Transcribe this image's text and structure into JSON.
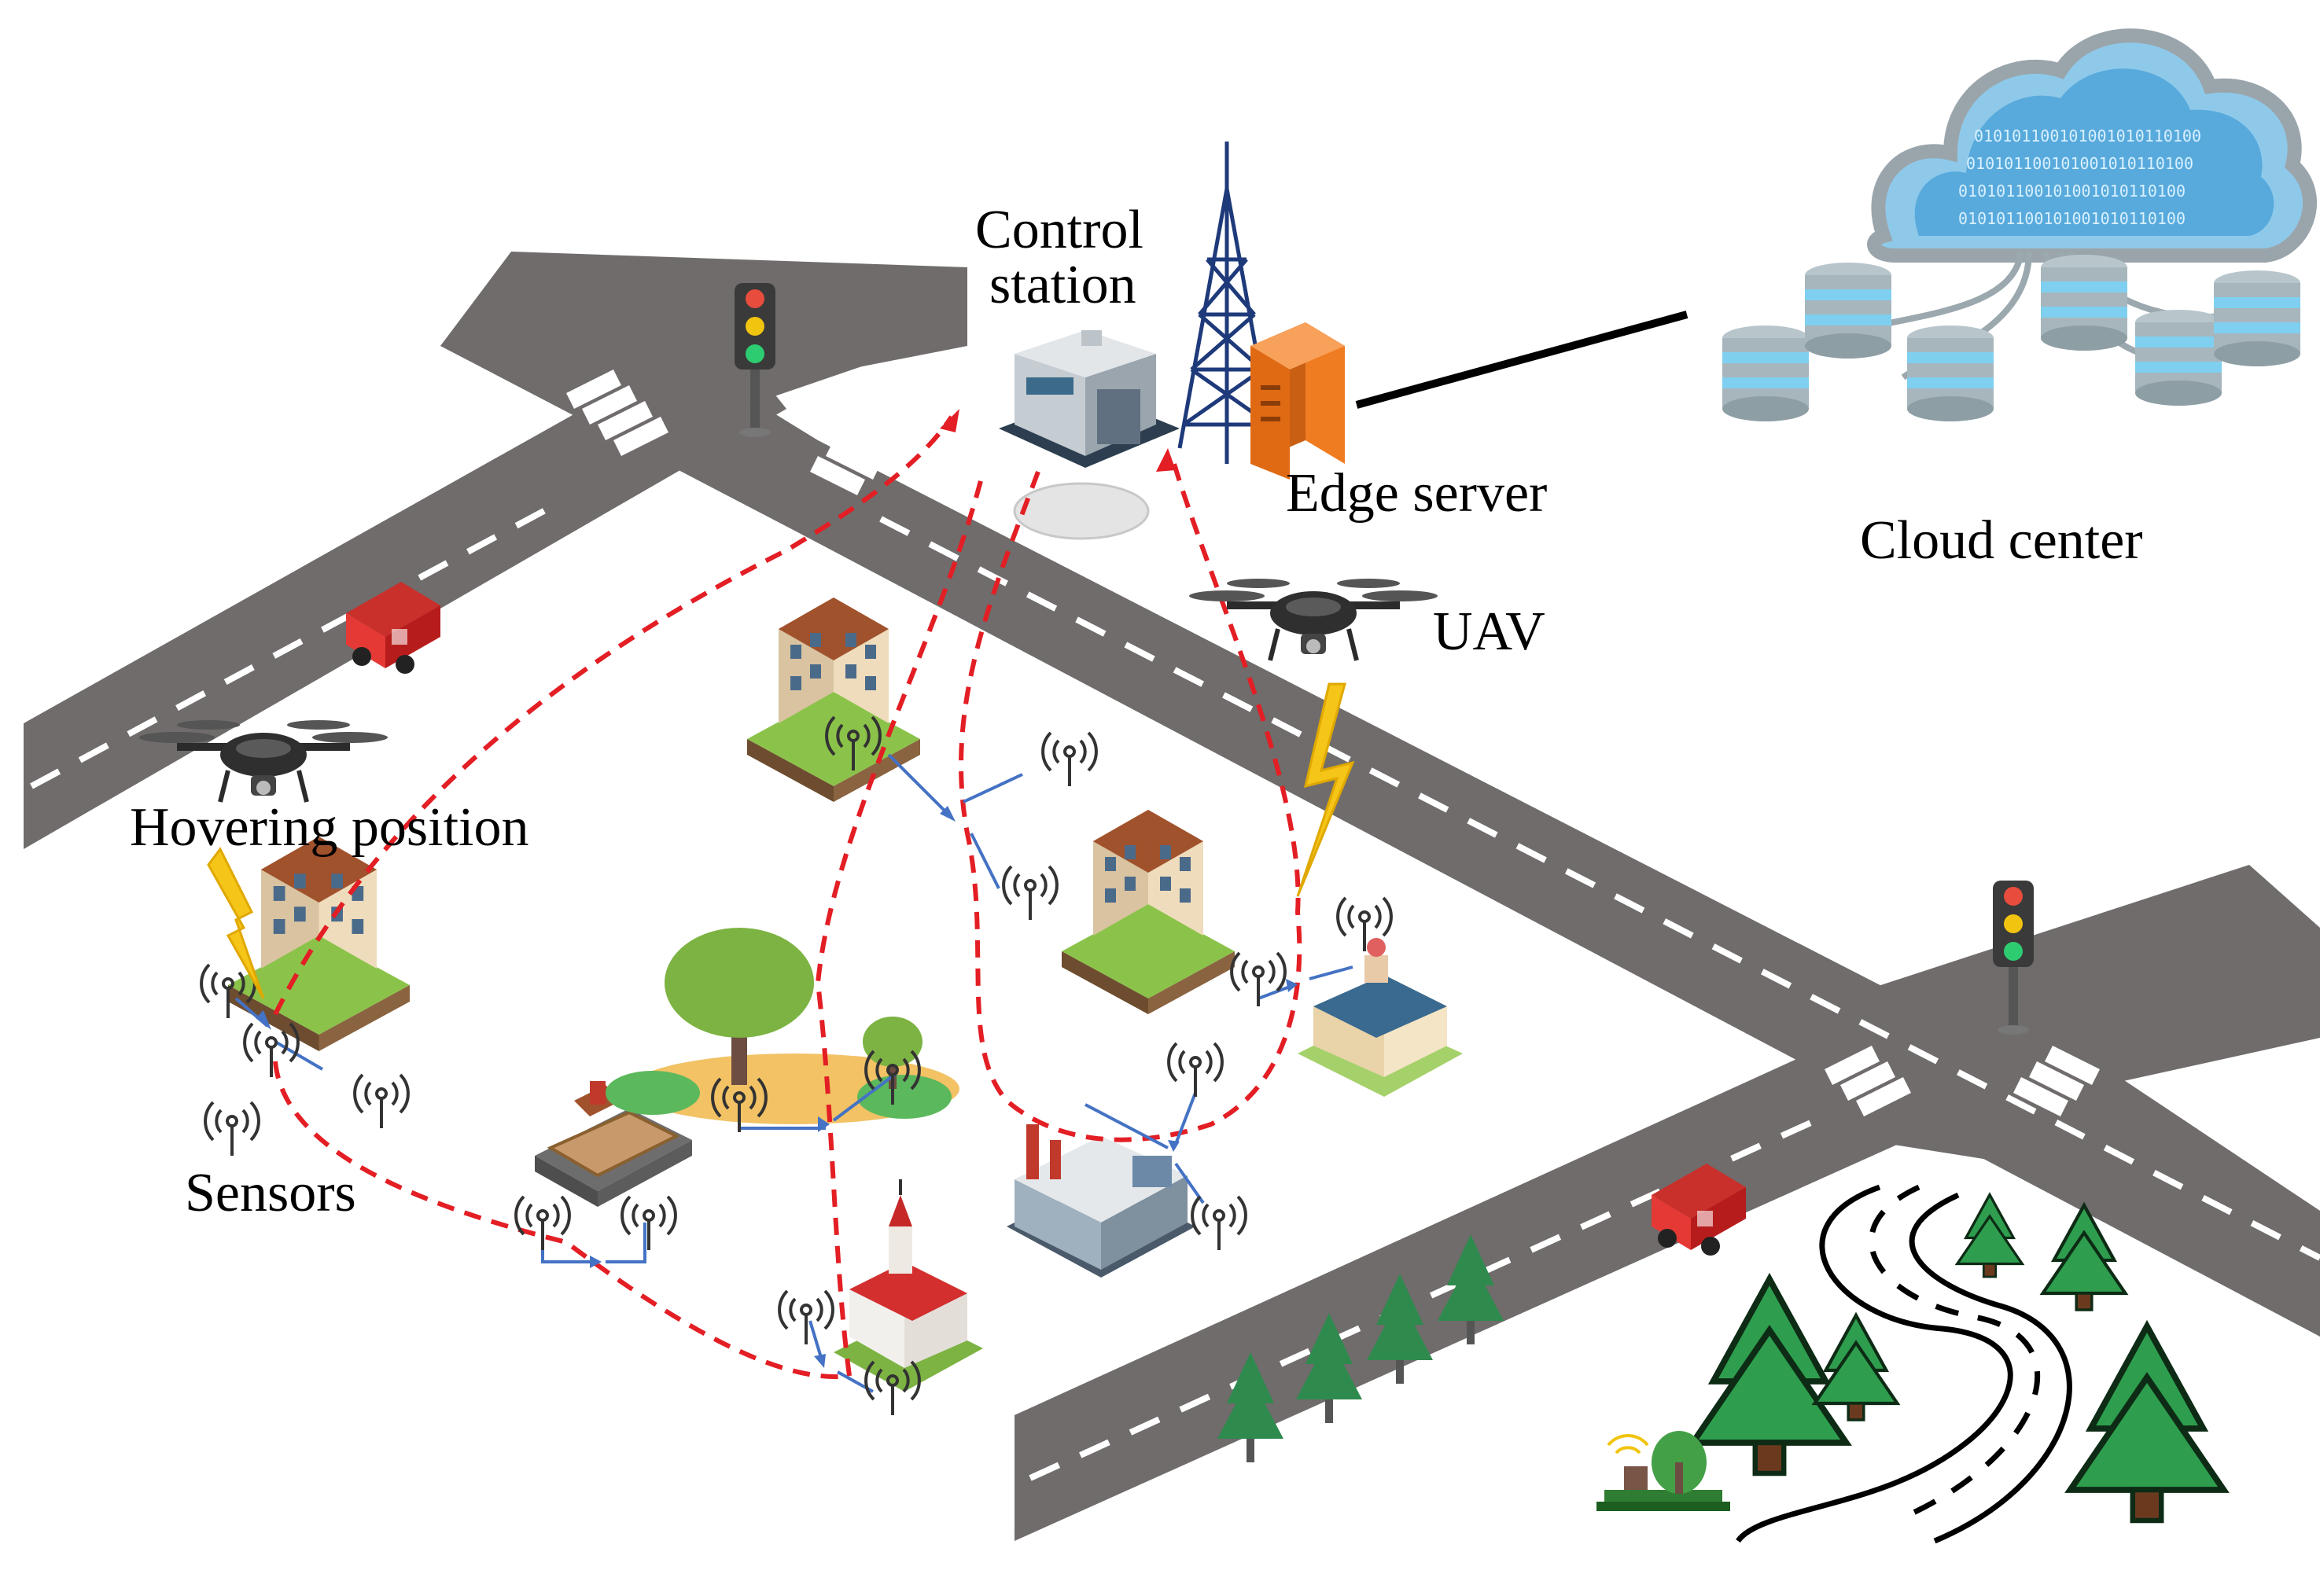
{
  "labels": {
    "control_station": [
      "Control",
      "station"
    ],
    "edge_server": "Edge server",
    "cloud_center": "Cloud center",
    "uav": "UAV",
    "hovering_position": "Hovering position",
    "sensors": "Sensors",
    "cloud_binary": "010101100101001010110100"
  },
  "colors": {
    "road": "#6f6c6b",
    "road_marking": "#ffffff",
    "flight_path": "#e31e24",
    "sensor_link": "#4472c4",
    "lightning": "#f5c518",
    "tree_green": "#2e9e4e",
    "building_wall": "#e8d4b0",
    "cloud_blue": "#4aa3d8",
    "server_orange": "#f07c22"
  },
  "icons": [
    "control-station-icon",
    "antenna-tower-icon",
    "edge-server-icon",
    "cloud-icon",
    "database-icon",
    "drone-icon",
    "traffic-light-icon",
    "fire-truck-icon",
    "building-icon",
    "church-icon",
    "factory-icon",
    "tree-icon",
    "sensor-icon",
    "lightning-icon",
    "park-bench-icon"
  ]
}
